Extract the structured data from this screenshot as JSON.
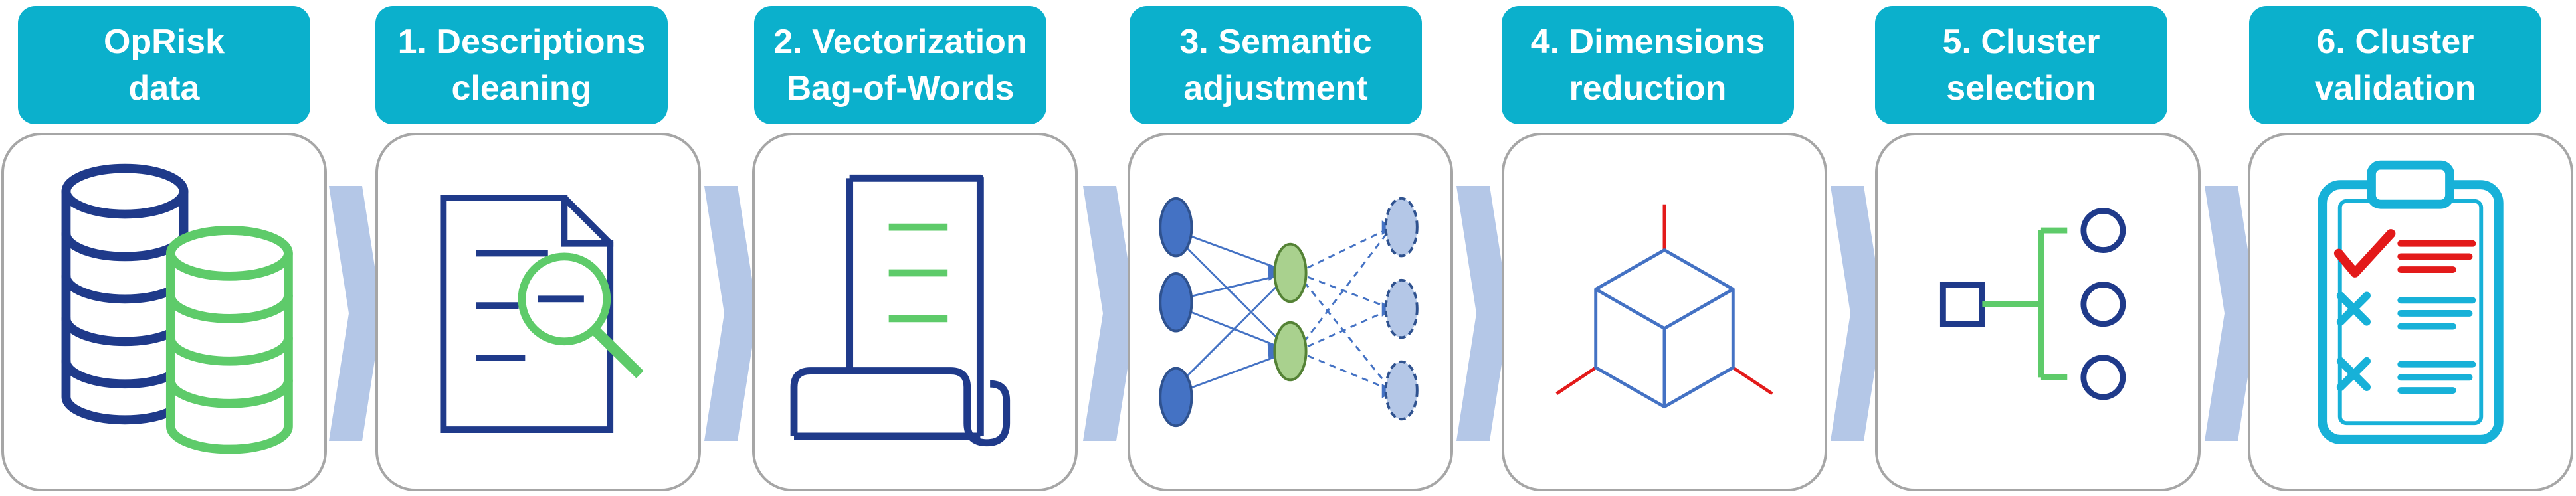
{
  "steps": [
    {
      "id": "oprisk-data",
      "line1": "OpRisk",
      "line2": "data",
      "icon": "database-icon"
    },
    {
      "id": "descriptions-cleaning",
      "line1": "1. Descriptions",
      "line2": "cleaning",
      "icon": "document-search-icon"
    },
    {
      "id": "vectorization",
      "line1": "2. Vectorization",
      "line2": "Bag-of-Words",
      "icon": "scroll-icon"
    },
    {
      "id": "semantic-adjustment",
      "line1": "3. Semantic",
      "line2": "adjustment",
      "icon": "neural-network-icon"
    },
    {
      "id": "dimensions-reduction",
      "line1": "4. Dimensions",
      "line2": "reduction",
      "icon": "cube-axes-icon"
    },
    {
      "id": "cluster-selection",
      "line1": "5. Cluster",
      "line2": "selection",
      "icon": "tree-branch-icon"
    },
    {
      "id": "cluster-validation",
      "line1": "6. Cluster",
      "line2": "validation",
      "icon": "checklist-clipboard-icon"
    }
  ],
  "colors": {
    "label_bg": "#0bb0cc",
    "label_text": "#ffffff",
    "box_border": "#a6a6a6",
    "chevron": "#b4c7e7",
    "navy": "#1f3a8a",
    "green": "#5ecb6a",
    "node_blue": "#4472c4",
    "node_green": "#a9d18e",
    "node_light": "#b4c7e7",
    "axis_red": "#e31a1a",
    "check_red": "#e31a1a",
    "cyan": "#17b1d8"
  }
}
